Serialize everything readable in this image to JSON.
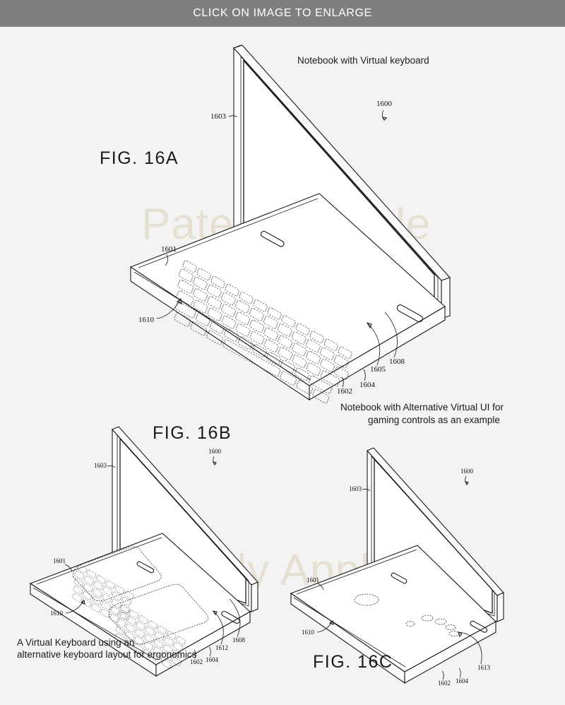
{
  "banner": {
    "label": "CLICK ON IMAGE TO ENLARGE",
    "background": "#7f7f7f",
    "text_color": "#ffffff"
  },
  "page": {
    "background": "#f3f3f3",
    "watermark": "Patently Apple",
    "watermark_color": "#e6e0d2"
  },
  "figures": [
    {
      "id": "fig-16a",
      "label": "FIG. 16A",
      "caption": "Notebook with Virtual keyboard",
      "reference_numbers": [
        "1600",
        "1601",
        "1602",
        "1603",
        "1604",
        "1605",
        "1608",
        "1610"
      ]
    },
    {
      "id": "fig-16b",
      "label": "FIG. 16B",
      "caption": "A Virtual Keyboard using an\nalternative keyboard layout for ergonomics",
      "caption_line1": "A Virtual Keyboard using an",
      "caption_line2": "alternative keyboard layout for ergonomics",
      "reference_numbers": [
        "1600",
        "1601",
        "1602",
        "1603",
        "1604",
        "1608",
        "1610",
        "1612"
      ]
    },
    {
      "id": "fig-16c",
      "label": "FIG. 16C",
      "caption_line1": "Notebook with Alternative Virtual UI for",
      "caption_line2": "gaming controls as an example",
      "reference_numbers": [
        "1600",
        "1601",
        "1602",
        "1603",
        "1604",
        "1610",
        "1613"
      ]
    }
  ],
  "refs": {
    "n1600": "1600",
    "n1601": "1601",
    "n1602": "1602",
    "n1603": "1603",
    "n1604": "1604",
    "n1605": "1605",
    "n1608": "1608",
    "n1610": "1610",
    "n1612": "1612",
    "n1613": "1613"
  }
}
